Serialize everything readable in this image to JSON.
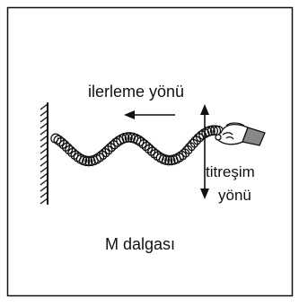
{
  "labels": {
    "propagation_direction": "ilerleme yönü",
    "vibration_direction_line1": "titreşim",
    "vibration_direction_line2": "yönü",
    "wave_name": "M dalgası"
  },
  "colors": {
    "stroke": "#111111",
    "background": "#ffffff",
    "hand_shade": "#888888",
    "hand_light": "#cfcfcf"
  },
  "icons": {
    "hand": "hand-holding-spring-icon",
    "wall": "hatched-wall-icon"
  }
}
